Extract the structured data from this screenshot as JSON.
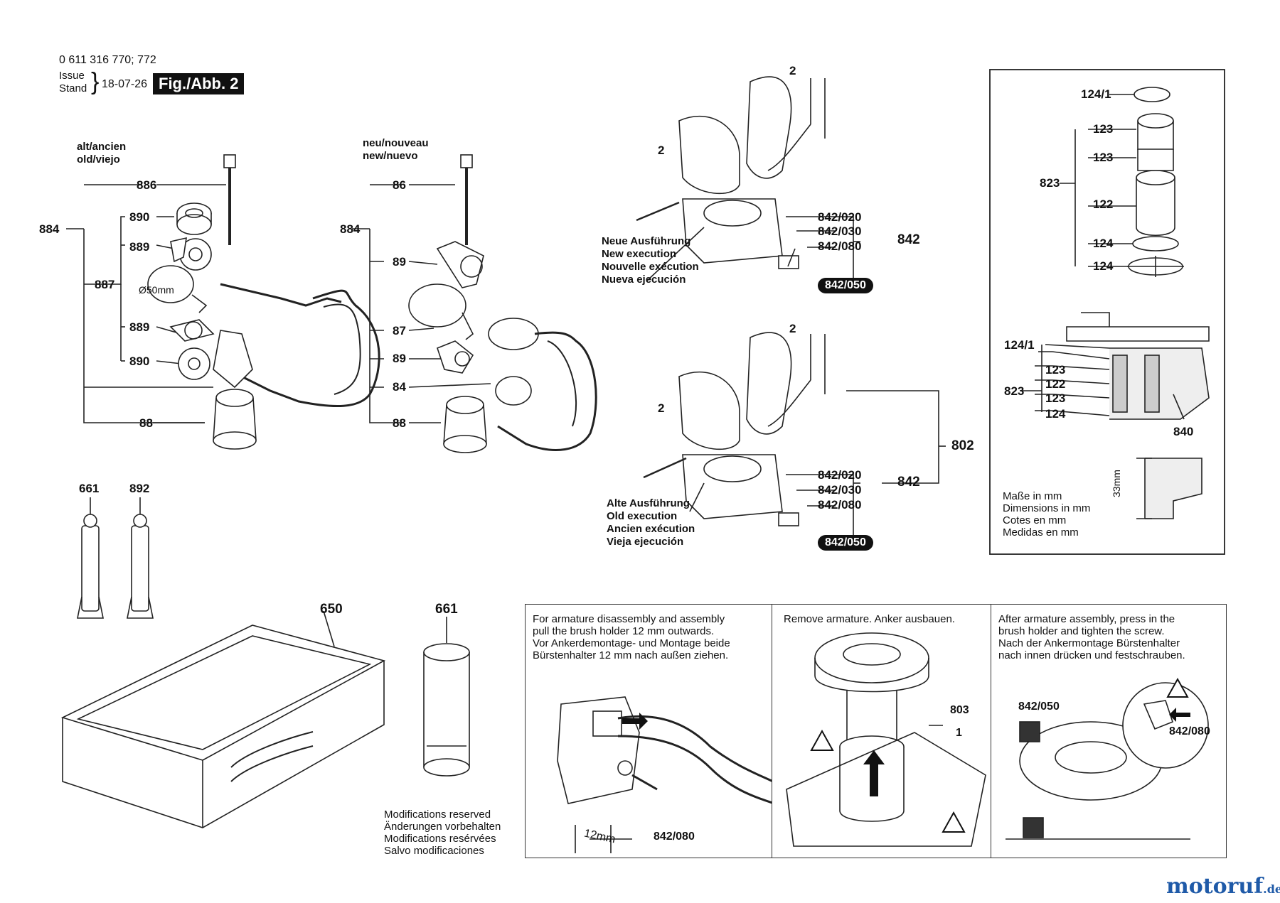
{
  "header": {
    "part_number": "0 611 316 770; 772",
    "issue": "Issue",
    "stand": "Stand",
    "date": "18-07-26",
    "fig": "Fig./Abb. 2"
  },
  "left": {
    "old_de_fr": "alt/ancien",
    "old_en_es": "old/viejo",
    "labels": {
      "l886": "886",
      "l884": "884",
      "l890a": "890",
      "l889a": "889",
      "l887": "887",
      "diam": "Ø50mm",
      "l889b": "889",
      "l890b": "890",
      "l88": "88"
    }
  },
  "mid": {
    "new_de_fr": "neu/nouveau",
    "new_en_es": "new/nuevo",
    "labels": {
      "l86": "86",
      "l884": "884",
      "l89a": "89",
      "l87": "87",
      "l89b": "89",
      "l84": "84",
      "l88": "88"
    }
  },
  "brush": {
    "top": {
      "l2a": "2",
      "l2b": "2",
      "l842_020": "842/020",
      "l842_030": "842/030",
      "l842_080": "842/080",
      "l842": "842",
      "l842_050": "842/050",
      "note": "Neue Ausführung\nNew execution\nNouvelle exécution\nNueva ejecución"
    },
    "bottom": {
      "l2a": "2",
      "l2b": "2",
      "l842_020": "842/020",
      "l842_030": "842/030",
      "l842_080": "842/080",
      "l842": "842",
      "l842_050": "842/050",
      "l802": "802",
      "note": "Alte Ausführung\nOld execution\nAncien exécution\nVieja ejecución"
    }
  },
  "bearing": {
    "l124_1": "124/1",
    "l123a": "123",
    "l123b": "123",
    "l823": "823",
    "l122": "122",
    "l124a": "124",
    "l124b": "124",
    "s124_1": "124/1",
    "s123a": "123",
    "s122": "122",
    "s823": "823",
    "s123b": "123",
    "s124": "124",
    "s840": "840",
    "dim": "33mm",
    "units": "Maße in mm\nDimensions in mm\nCotes en mm\nMedidas en mm"
  },
  "tubes": {
    "l661": "661",
    "l892": "892"
  },
  "case": {
    "l650": "650",
    "l661": "661",
    "mods": "Modifications reserved\nÄnderungen vorbehalten\nModifications resérvées\nSalvo modificaciones"
  },
  "panels": {
    "p1": {
      "text": "For armature disassembly and assembly\npull the brush holder 12 mm outwards.\nVor Ankerdemontage- und Montage beide\nBürstenhalter 12 mm nach außen ziehen.",
      "dim": "12mm",
      "ref": "842/080"
    },
    "p2": {
      "text": "Remove armature. Anker ausbauen.",
      "ref803": "803",
      "ref1": "1"
    },
    "p3": {
      "text": "After armature assembly, press in the\nbrush holder and tighten the screw.\nNach der Ankermontage Bürstenhalter\nnach innen drücken und festschrauben.",
      "ref050": "842/050",
      "ref080": "842/080"
    }
  },
  "watermark": {
    "brand": "motoruf",
    "tld": ".de"
  }
}
